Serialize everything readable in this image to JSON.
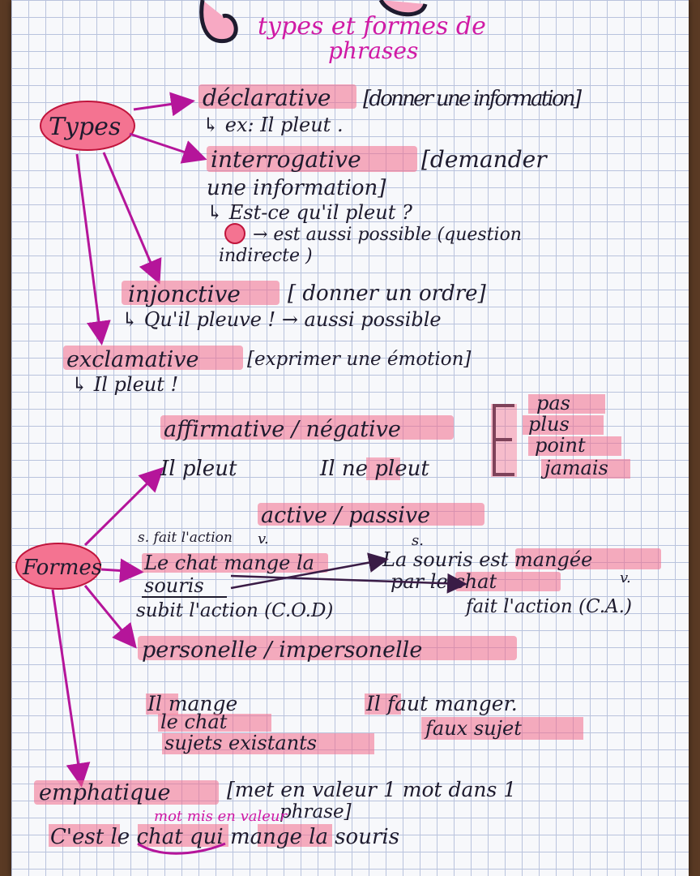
{
  "colors": {
    "ink": "#1e1b2e",
    "magenta": "#d01aa5",
    "highlight": "#f36a8a",
    "arrow": "#b5159a"
  },
  "title": {
    "line1": "types et formes de",
    "line2": "phrases"
  },
  "types": {
    "label": "Types",
    "declarative": {
      "term": "déclarative",
      "def": "[donner une information]",
      "ex": "↳ ex: Il pleut ."
    },
    "interrogative": {
      "term": "interrogative",
      "def1": "[demander",
      "def2": "une information]",
      "ex1": "↳ Est-ce qu'il pleut ?",
      "ex2": "→ est aussi possible (question",
      "ex3": "indirecte )"
    },
    "injonctive": {
      "term": "injonctive",
      "def": "[ donner un ordre]",
      "ex": "↳ Qu'il pleuve !  → aussi possible"
    },
    "exclamative": {
      "term": "exclamative",
      "def": "[exprimer une émotion]",
      "ex": "↳ Il pleut !"
    }
  },
  "formes": {
    "label": "Formes",
    "affirmative": {
      "term": "affirmative / négative",
      "ex1": "Il pleut",
      "ex2": "Il ne pleut",
      "neg_words": [
        "pas",
        "plus",
        "point",
        "jamais"
      ]
    },
    "active": {
      "term": "active / passive",
      "note_s": "s. fait l'action",
      "v1": "v.",
      "s2": "s.",
      "sentence1": "Le chat mange la",
      "word_souris": "souris",
      "subit": "subit l'action (C.O.D)",
      "sentence2": "La souris est mangée",
      "par": "par le chat",
      "v2": "v.",
      "fait": "fait l'action (C.A.)"
    },
    "personelle": {
      "term": "personelle / impersonelle",
      "ex1": "Il mange",
      "ex1b": "le chat",
      "ex1c": "sujets existants",
      "ex2": "Il faut manger.",
      "ex2b": "faux sujet"
    },
    "emphatique": {
      "term": "emphatique",
      "def": "[met en valeur 1 mot dans 1",
      "def2": "phrase]",
      "note": "mot mis en valeur",
      "ex": "C'est le chat qui mange la souris"
    }
  }
}
